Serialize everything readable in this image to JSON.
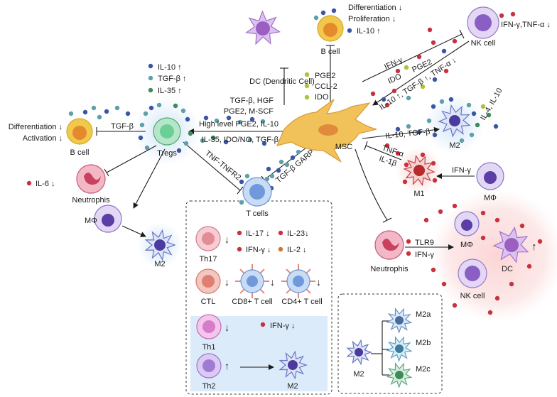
{
  "colors": {
    "blue_dot": "#3b55a4",
    "teal_dot": "#5f9fa9",
    "green_dot": "#3f8a5a",
    "red_dot": "#c8323f",
    "yellow_green_dot": "#a8c53a",
    "msc": "#f2c25a",
    "tcell": "#7fa7e0",
    "treg": "#8fd6b0",
    "macrophage": "#b7a4e0",
    "m1_glow": "#f6b3b3",
    "neutrophil": "#e58aa0",
    "dc": "#c79ae3",
    "bcell": "#f1c94a",
    "th_box": "#dcebfa"
  },
  "labels": {
    "msc": "MSC",
    "dc": "DC (Dendritic Cell)",
    "bcell_top": "B cell",
    "differentiation_top": "Differentiation ↓",
    "proliferation_top": "Proliferation ↓",
    "il10_top": "IL-10 ↑",
    "nk_top": "NK cell",
    "ifn_tnf_top": "IFN-γ,TNF-α ↓",
    "msc_dc_1": "TGF-β, HGF",
    "msc_dc_2": "PGE2, M-SCF",
    "msc_b_1": "PGE2",
    "msc_b_2": "CCL-2",
    "msc_b_3": "IDO",
    "msc_nk_1": "IFN-γ",
    "msc_nk_2": "IDO",
    "msc_nk_3": "PGE2",
    "nk_feedback": "IL-10 ↑, TGF-β ↑, TNF-α ↓",
    "tregs_il10": "IL-10 ↑",
    "tregs_tgfb": "TGF-β ↑",
    "tregs_il35": "IL-35 ↑",
    "tgfb_b": "TGF-β",
    "diff_left": "Differentiation ↓",
    "act_left": "Activation ↓",
    "bcell_left": "B cell",
    "tregs": "Tregs",
    "msc_treg_1": "High level PGE2, IL-10",
    "msc_treg_2": "IL-35, IDO/NO, TGF-β",
    "il6": "IL-6 ↓",
    "neutrophils_left": "Neutrophis",
    "tnf_tnfr2": "TNF-TNFR2",
    "tgfb_garp": "TGF-β GARP",
    "tcells": "T cells",
    "mphi_left": "MΦ",
    "m2_left": "M2",
    "m2_right": "M2",
    "il10_tgfb_m2": "IL-10, TGF-β",
    "il4_il10": "IL-4, IL-10",
    "tnfa_m1": "TNF-α",
    "il1b_m1": "IL-1β",
    "m1": "M1",
    "ifng_m1": "IFN-γ",
    "mphi_right": "MΦ",
    "neutrophils_right": "Neutrophis",
    "tlr9": "TLR9",
    "ifng_neu": "IFN-γ",
    "mphi_cluster": "MΦ",
    "dc_cluster": "DC",
    "nk_cluster": "NK cell",
    "up_cluster": "↑",
    "th17": "Th17",
    "il17": "IL-17 ↓",
    "il23": "IL-23↓",
    "ifng_tbox": "IFN-γ ↓",
    "il2": "IL-2 ↓",
    "ctl": "CTL",
    "cd8": "CD8+ T cell",
    "cd4": "CD4+ T cell",
    "th1": "Th1",
    "ifng_th1": "IFN-γ ↓",
    "th2": "Th2",
    "m2_box": "M2",
    "down": "↓",
    "up": "↑",
    "m2_sub": "M2",
    "m2a": "M2a",
    "m2b": "M2b",
    "m2c": "M2c"
  }
}
